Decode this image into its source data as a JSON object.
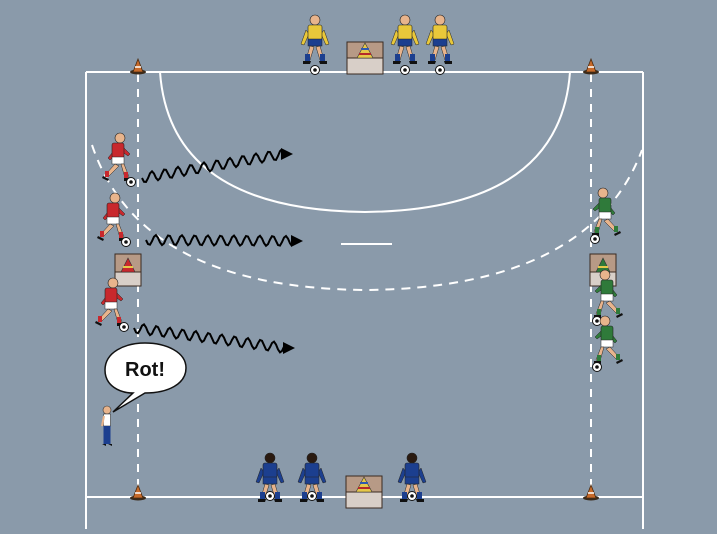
{
  "speech_bubble": {
    "text": "Rot!"
  },
  "colors": {
    "court_background": "#8a9aaa",
    "court_lines": "#ffffff",
    "team_red": "#c8282d",
    "team_blue": "#1c3f8f",
    "team_yellow": "#e9c83a",
    "team_green": "#2f7a3a",
    "coach_shirt": "#ffffff",
    "coach_pants": "#1c3f8f",
    "arrow": "#000000",
    "cone": "#c76a2a",
    "box": "#b79a86"
  },
  "players": [
    {
      "team": "yellow",
      "facing": "down"
    },
    {
      "team": "yellow",
      "facing": "down"
    },
    {
      "team": "yellow",
      "facing": "down"
    },
    {
      "team": "red",
      "facing": "right"
    },
    {
      "team": "red",
      "facing": "right"
    },
    {
      "team": "red",
      "facing": "right"
    },
    {
      "team": "green",
      "facing": "left"
    },
    {
      "team": "green",
      "facing": "left"
    },
    {
      "team": "green",
      "facing": "left"
    },
    {
      "team": "blue",
      "facing": "up"
    },
    {
      "team": "blue",
      "facing": "up"
    },
    {
      "team": "blue",
      "facing": "up"
    }
  ]
}
